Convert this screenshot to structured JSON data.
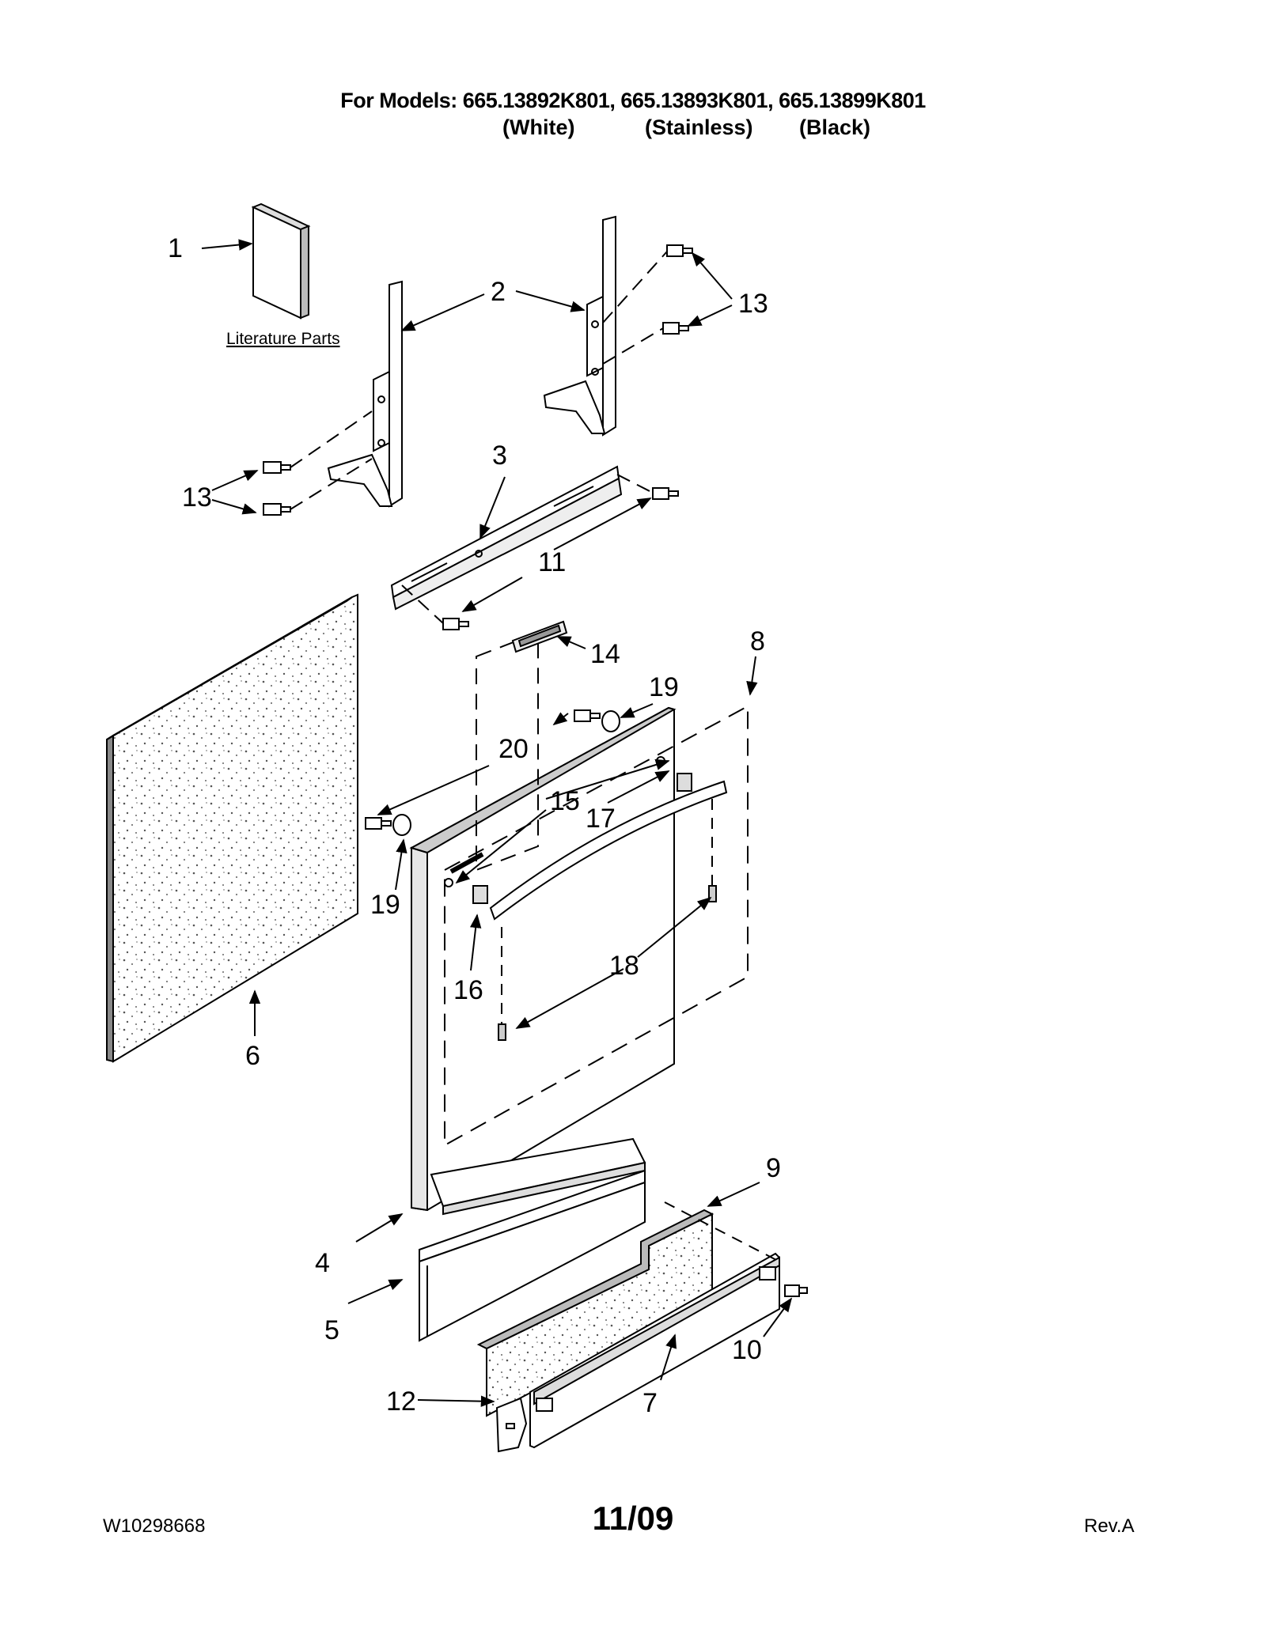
{
  "header": {
    "models_line": "For Models: 665.13892K801, 665.13893K801, 665.13899K801",
    "finishes": [
      "(White)",
      "(Stainless)",
      "(Black)"
    ]
  },
  "diagram": {
    "literature_label": "Literature Parts",
    "callouts": [
      "1",
      "2",
      "13",
      "13",
      "3",
      "11",
      "14",
      "8",
      "19",
      "20",
      "15",
      "17",
      "19",
      "16",
      "18",
      "6",
      "9",
      "4",
      "10",
      "5",
      "12",
      "7"
    ]
  },
  "footer": {
    "doc_number": "W10298668",
    "date": "11/09",
    "revision": "Rev.A"
  }
}
